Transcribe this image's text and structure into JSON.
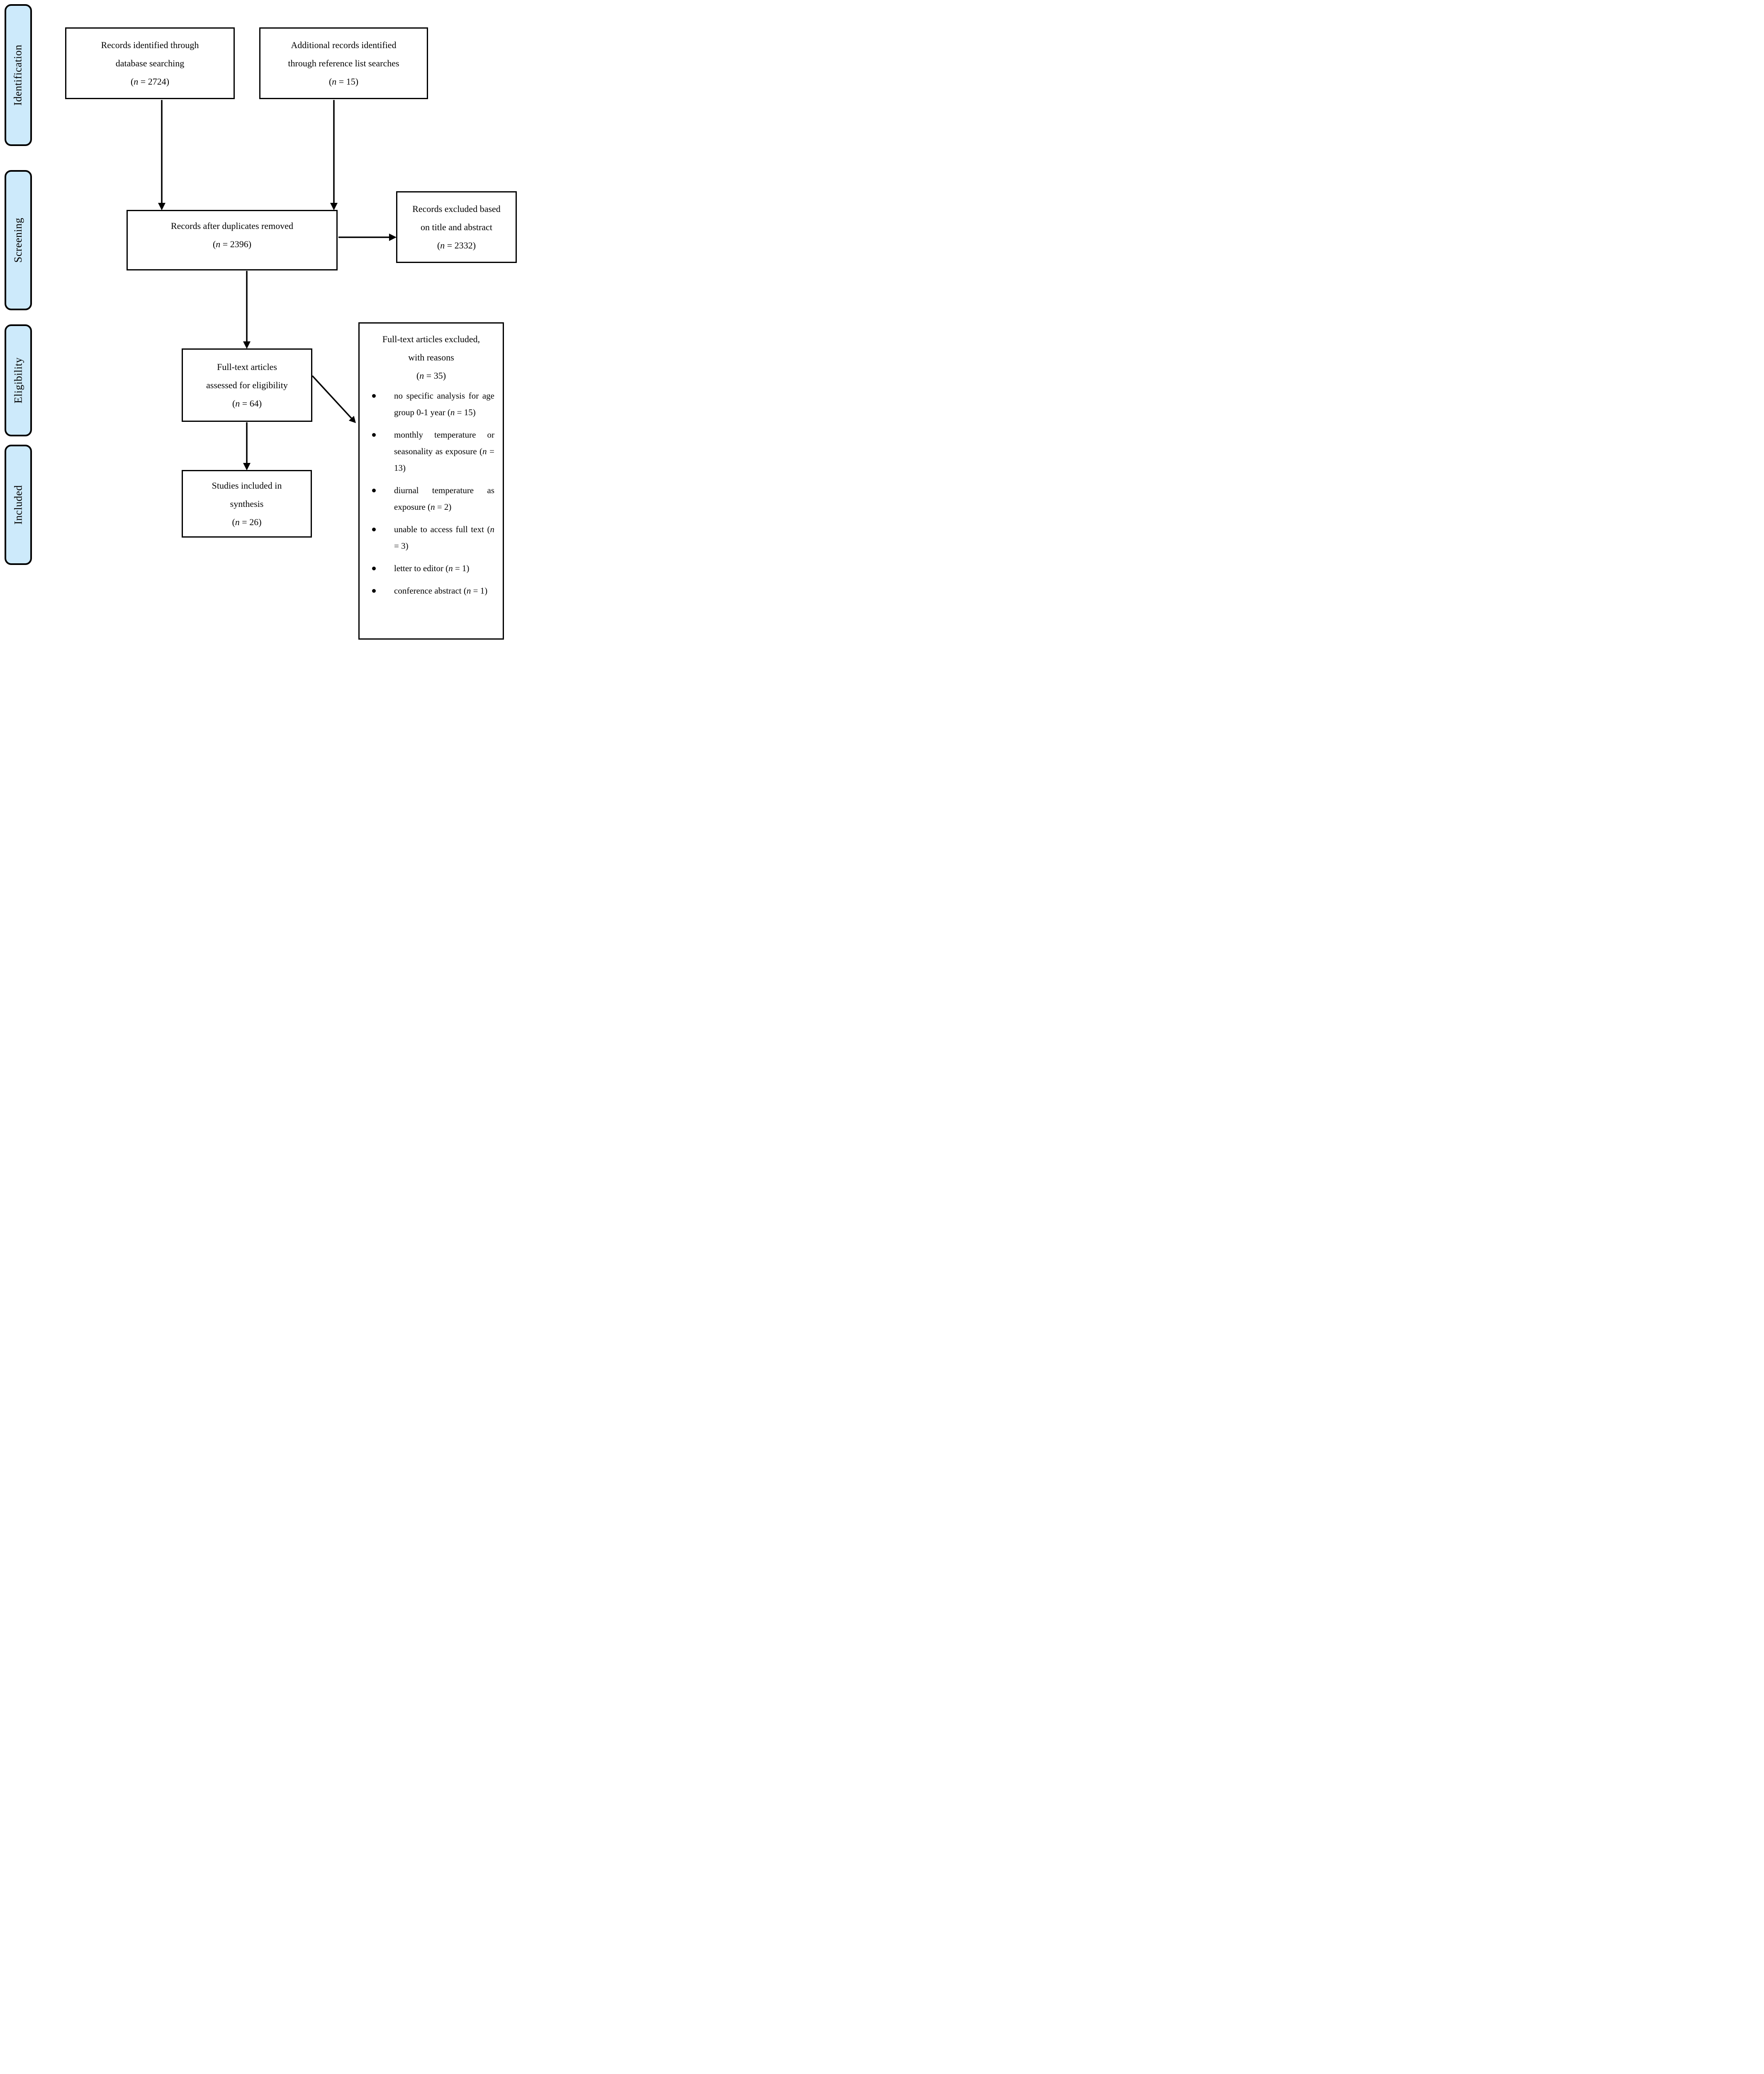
{
  "diagram": {
    "stage_fill": "#cdeafb",
    "line_color": "#000000",
    "stages": [
      {
        "label": "Identification"
      },
      {
        "label": "Screening"
      },
      {
        "label": "Eligibility"
      },
      {
        "label": "Included"
      }
    ],
    "boxes": {
      "db_search": {
        "lines": [
          "Records identified through",
          "database searching"
        ],
        "count": "(n = 2724)"
      },
      "ref_search": {
        "lines": [
          "Additional records identified",
          "through reference list searches"
        ],
        "count": "(n = 15)"
      },
      "dedup": {
        "lines": [
          "Records after duplicates removed"
        ],
        "count": "(n = 2396)"
      },
      "excluded_title_abstract": {
        "lines": [
          "Records excluded based",
          "on title and abstract"
        ],
        "count": "(n = 2332)"
      },
      "fulltext_assessed": {
        "lines": [
          "Full-text articles",
          "assessed for eligibility"
        ],
        "count": "(n = 64)"
      },
      "fulltext_excluded": {
        "lines": [
          "Full-text articles excluded,",
          "with reasons"
        ],
        "count": "(n = 35)",
        "reasons": [
          "no specific analysis for age group 0-1 year (n = 15)",
          "monthly temperature or seasonality as exposure (n = 13)",
          "diurnal temperature as exposure (n = 2)",
          "unable to access full text (n = 3)",
          "letter to editor (n = 1)",
          "conference abstract (n = 1)"
        ]
      },
      "included_synthesis": {
        "lines": [
          "Studies included in",
          "synthesis"
        ],
        "count": "(n = 26)"
      }
    }
  }
}
